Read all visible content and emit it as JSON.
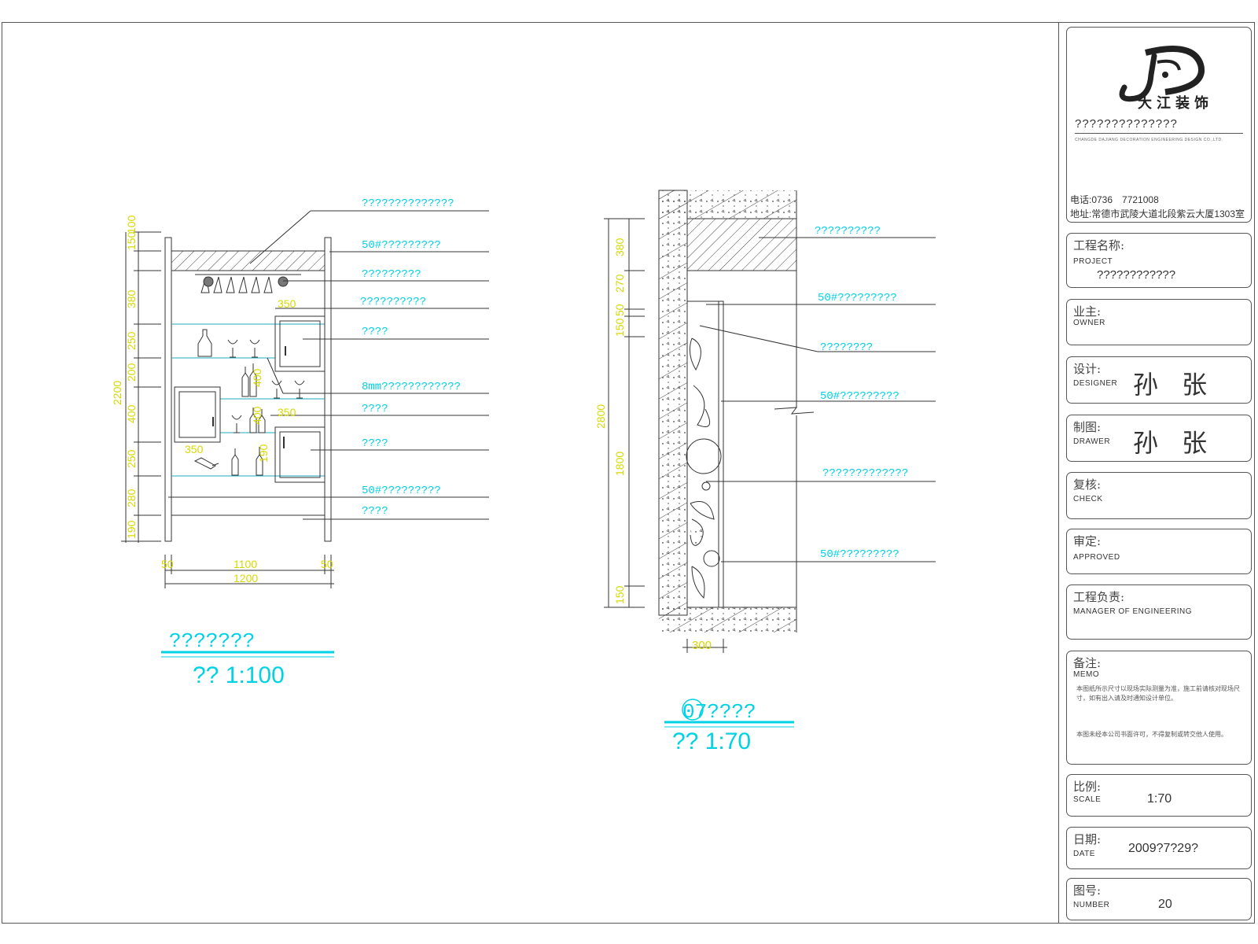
{
  "titleblock": {
    "company": "??????????????",
    "company_en": "CHANGDE DAJIANG DECORATION ENGINEERING DESIGN CO.,LTD.",
    "phone": "电话:0736　7721008",
    "address": "地址:常德市武陵大道北段紫云大厦1303室",
    "logo_text": "大江装饰",
    "project": {
      "cn": "工程名称:",
      "en": "PROJECT",
      "value": "????????????"
    },
    "owner": {
      "cn": "业主:",
      "en": "OWNER",
      "value": ""
    },
    "designer": {
      "cn": "设计:",
      "en": "DESIGNER",
      "value": "孙 张"
    },
    "drawer": {
      "cn": "制图:",
      "en": "DRAWER",
      "value": "孙 张"
    },
    "check": {
      "cn": "复核:",
      "en": "CHECK",
      "value": ""
    },
    "approved": {
      "cn": "审定:",
      "en": "APPROVED",
      "value": ""
    },
    "manager": {
      "cn": "工程负责:",
      "en": "MANAGER OF ENGINEERING",
      "value": ""
    },
    "memo": {
      "cn": "备注:",
      "en": "MEMO",
      "line1": "本图纸所示尺寸以现场实际测量为准，施工前请核对现场尺寸，如有出入请及时通知设计单位。",
      "line2": "本图未经本公司书面许可，不得复制或转交他人使用。"
    },
    "scale": {
      "cn": "比例:",
      "en": "SCALE",
      "value": "1:70"
    },
    "date": {
      "cn": "日期:",
      "en": "DATE",
      "value": "2009?7?29?"
    },
    "number": {
      "cn": "图号:",
      "en": "NUMBER",
      "value": "20"
    }
  },
  "left_drawing": {
    "title": "???????",
    "scale": "?? 1:100",
    "labels": [
      "??????????????",
      "50#?????????",
      "?????????",
      "??????????",
      "????",
      "8mm????????????",
      "????",
      "????",
      "50#?????????",
      "????"
    ],
    "vertical_dims": [
      "150",
      "100",
      "380",
      "250",
      "200",
      "400",
      "250",
      "280",
      "190"
    ],
    "overall_height": "2200",
    "inner_dims": [
      "350",
      "350",
      "350",
      "400",
      "190",
      "400"
    ],
    "bottom_dims": {
      "left": "50",
      "mid": "1100",
      "right": "50",
      "total": "1200"
    }
  },
  "right_drawing": {
    "title_num": "07",
    "title": "????",
    "scale": "?? 1:70",
    "labels": [
      "??????????",
      "50#?????????",
      "????????",
      "50#?????????",
      "?????????????",
      "50#?????????"
    ],
    "vertical_dims": [
      "380",
      "270",
      "50",
      "150",
      "1800",
      "150"
    ],
    "overall_height": "2800",
    "bottom_dim": "300"
  },
  "colors": {
    "cyan": "#00d2e6",
    "yellow": "#d8d800",
    "line": "#333333",
    "hatch": "#444444"
  }
}
